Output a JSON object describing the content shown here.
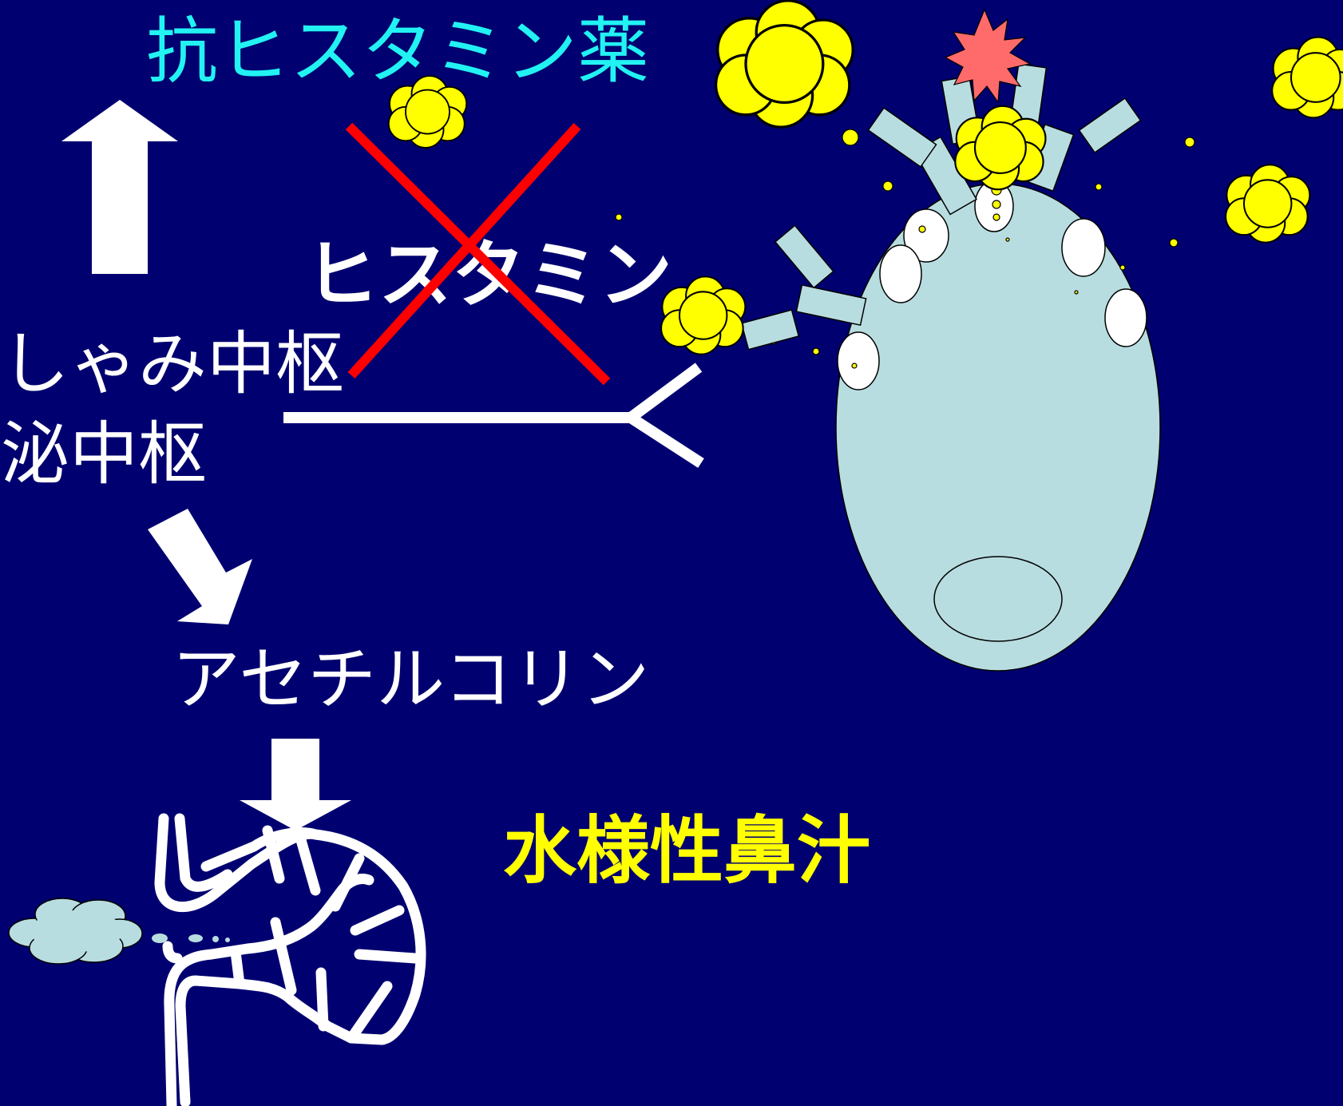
{
  "labels": {
    "antihistamine": "抗ヒスタミン薬",
    "histamine": "ヒスタミン",
    "sneeze_center": "くしゃみ中枢",
    "secretion_center": "分泌中枢",
    "acetylcholine": "アセチルコリン",
    "watery_rhinorrhea": "水様性鼻汁"
  },
  "colors": {
    "background": "#000070",
    "antihistamine_text": "#22F2F2",
    "white": "#FFFFFF",
    "yellow": "#FFFF00",
    "cross": "#FF0000",
    "cell_fill": "#B8DDE0",
    "burst": "#FF6B6B"
  },
  "icons": {
    "block_mark": "red-x-icon",
    "arrow": "white-arrow-icon",
    "allergen": "pollen-icon",
    "cell": "mast-cell-icon",
    "gland": "nasal-gland-icon"
  }
}
